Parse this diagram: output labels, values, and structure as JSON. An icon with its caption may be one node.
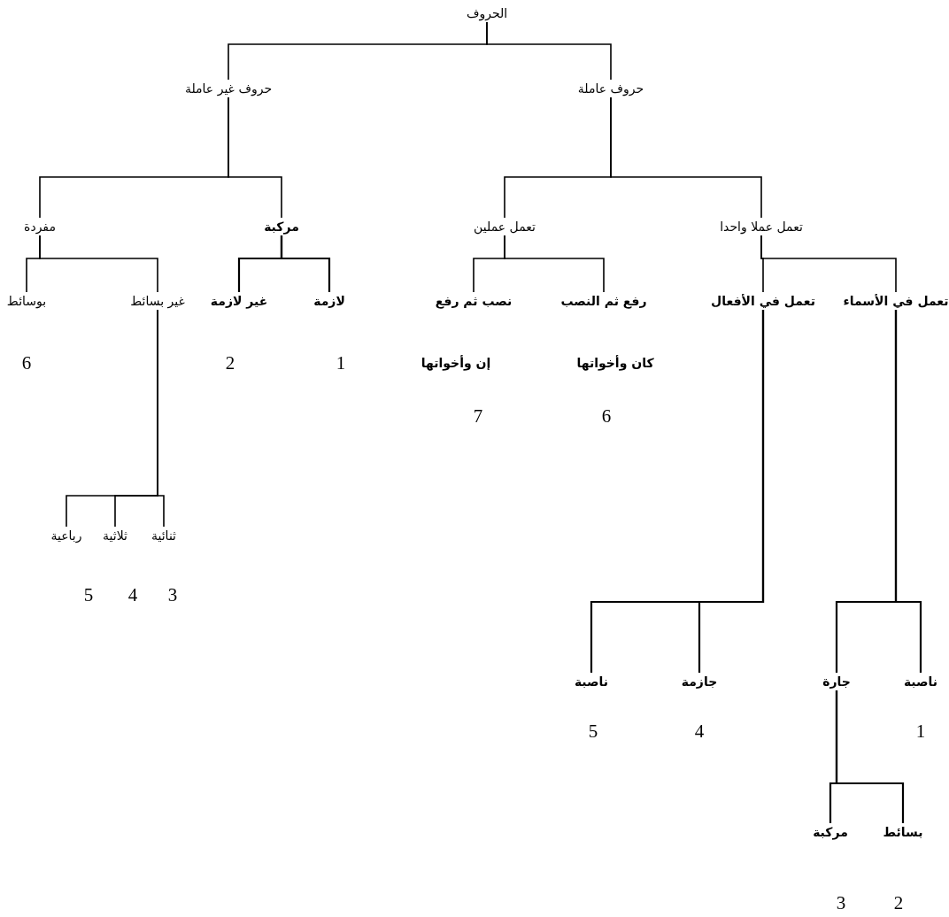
{
  "diagram": {
    "nodes": [
      {
        "text": [
          "الحروف"
        ]
      },
      {
        "text": [
          "حروف عاملة"
        ]
      },
      {
        "text": [
          "حروف غير عاملة"
        ]
      },
      {
        "text": [
          "تعمل عملا واحدا"
        ]
      },
      {
        "text": [
          "تعمل عملين"
        ]
      },
      {
        "text": [
          "مركبة"
        ]
      },
      {
        "text": [
          "مفردة"
        ]
      },
      {
        "text": [
          "تعمل في الأسماء"
        ]
      },
      {
        "text": [
          "تعمل في الأفعال"
        ]
      },
      {
        "text": [
          "رفع ثم النصب"
        ],
        "beside": [
          "كان وأخواتها",
          "6"
        ]
      },
      {
        "text": [
          "نصب ثم رفع"
        ],
        "beside": [
          "إن وأخواتها",
          "7"
        ]
      },
      {
        "text": [
          "لازمة"
        ],
        "beside": [
          "1"
        ]
      },
      {
        "text": [
          "غير لازمة"
        ],
        "beside": [
          "2"
        ]
      },
      {
        "text": [
          "غير بسائط"
        ]
      },
      {
        "text": [
          "بوسائط"
        ],
        "beside": [
          "6"
        ]
      },
      {
        "text": [
          "ناصبة"
        ],
        "beside": [
          "1"
        ]
      },
      {
        "text": [
          "جارة"
        ]
      },
      {
        "text": [
          "جازمة"
        ],
        "beside": [
          "4"
        ]
      },
      {
        "text": [
          "ناصبة"
        ],
        "beside": [
          "5"
        ]
      },
      {
        "text": [
          "ثنائية"
        ],
        "beside": [
          "3"
        ]
      },
      {
        "text": [
          "ثلاثية"
        ],
        "beside": [
          "4"
        ]
      },
      {
        "text": [
          "رباعية"
        ],
        "beside": [
          "5"
        ]
      },
      {
        "text": [
          "بسائط"
        ],
        "beside": [
          "2"
        ]
      },
      {
        "text": [
          "مركبة"
        ],
        "beside": [
          "3"
        ]
      }
    ],
    "edges": [
      {
        "from": 0,
        "to": 1,
        "arrow": "none"
      },
      {
        "from": 0,
        "to": 2,
        "arrow": "none"
      },
      {
        "from": 1,
        "to": 3,
        "arrow": "none"
      },
      {
        "from": 1,
        "to": 4,
        "arrow": "none"
      },
      {
        "from": 2,
        "to": 5,
        "arrow": "none"
      },
      {
        "from": 2,
        "to": 6,
        "arrow": "none"
      },
      {
        "from": 3,
        "to": 7,
        "arrow": "none"
      },
      {
        "from": 3,
        "to": 8,
        "arrow": "none"
      },
      {
        "from": 4,
        "to": 9,
        "arrow": "none"
      },
      {
        "from": 4,
        "to": 10,
        "arrow": "none"
      },
      {
        "from": 5,
        "to": 11,
        "arrow": "none"
      },
      {
        "from": 5,
        "to": 12,
        "arrow": "none"
      },
      {
        "from": 6,
        "to": 13,
        "arrow": "none"
      },
      {
        "from": 6,
        "to": 14,
        "arrow": "none"
      },
      {
        "from": 7,
        "to": 15,
        "arrow": "none"
      },
      {
        "from": 7,
        "to": 16,
        "arrow": "none"
      },
      {
        "from": 8,
        "to": 17,
        "arrow": "none"
      },
      {
        "from": 8,
        "to": 18,
        "arrow": "none"
      },
      {
        "from": 13,
        "to": 19,
        "arrow": "none"
      },
      {
        "from": 13,
        "to": 20,
        "arrow": "none"
      },
      {
        "from": 13,
        "to": 21,
        "arrow": "none"
      },
      {
        "from": 16,
        "to": 22,
        "arrow": "none"
      },
      {
        "from": 16,
        "to": 23,
        "arrow": "none"
      }
    ]
  }
}
